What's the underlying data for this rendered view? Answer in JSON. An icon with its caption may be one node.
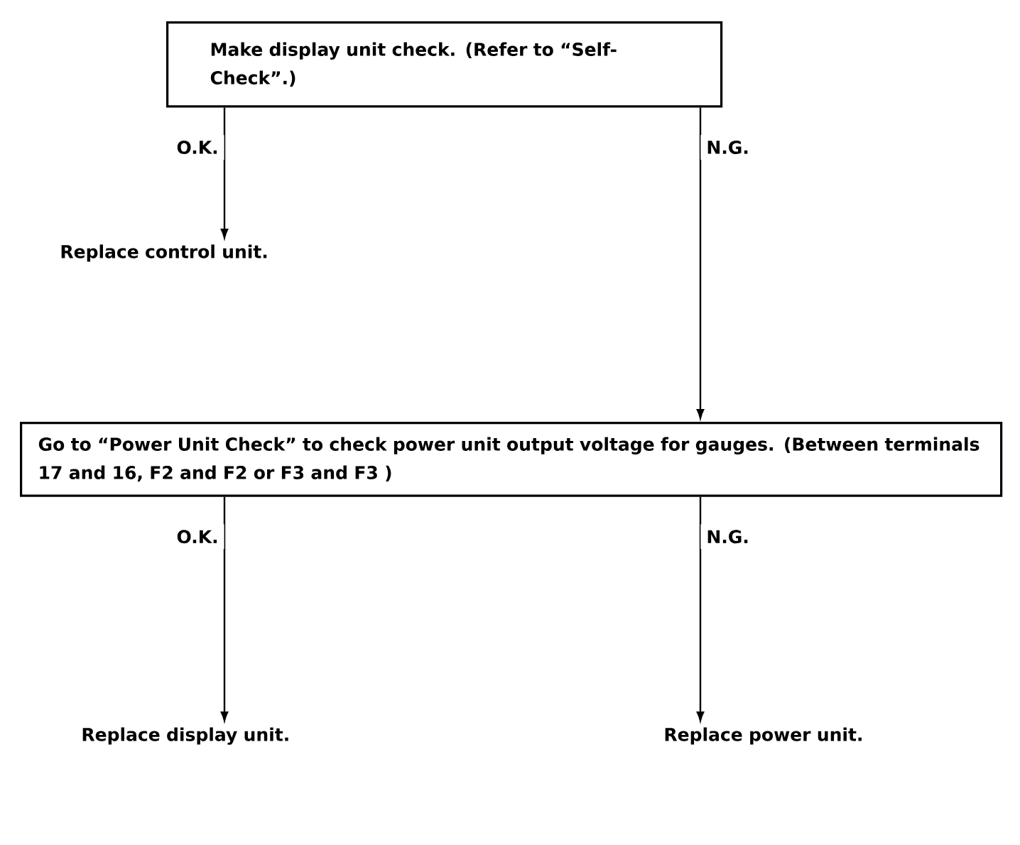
{
  "diagram": {
    "nodes": [
      {
        "text": [
          "Make display unit check. (Refer to “Self-Check”.)"
        ]
      },
      {
        "text": [
          "Replace control unit."
        ]
      },
      {
        "text": [
          "Go to “Power Unit Check” to check power unit output voltage for gauges. (Between terminals 17 and 16, F2 and F2 or F3 and F3 )"
        ]
      },
      {
        "text": [
          "Replace display unit."
        ]
      },
      {
        "text": [
          "Replace power unit."
        ]
      }
    ],
    "edges": [
      {
        "from": 0,
        "to": 1,
        "arrow": "to",
        "label": "O.K."
      },
      {
        "from": 0,
        "to": 2,
        "arrow": "to",
        "label": "N.G."
      },
      {
        "from": 2,
        "to": 3,
        "arrow": "to",
        "label": "O.K."
      },
      {
        "from": 2,
        "to": 4,
        "arrow": "to",
        "label": "N.G."
      }
    ]
  }
}
